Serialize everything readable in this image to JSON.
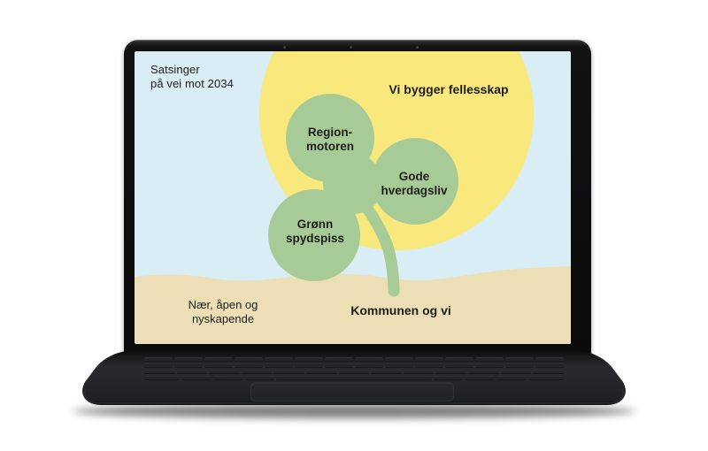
{
  "slide": {
    "eyebrow": {
      "line1": "Satsinger",
      "line2": "på vei mot 2034"
    },
    "sun_label": "Vi bygger fellesskap",
    "leaves": [
      {
        "line1": "Region-",
        "line2": "motoren"
      },
      {
        "line1": "Gode",
        "line2": "hverdagsliv"
      },
      {
        "line1": "Grønn",
        "line2": "spydspiss"
      }
    ],
    "ground_left": {
      "line1": "Nær, åpen og",
      "line2": "nyskapende"
    },
    "ground_center": "Kommunen og vi",
    "colors": {
      "sky": "#d9edf5",
      "sun": "#f9e87b",
      "leaf": "#a7cb97",
      "sand": "#ecdfb6",
      "text": "#1d1d1b"
    }
  }
}
